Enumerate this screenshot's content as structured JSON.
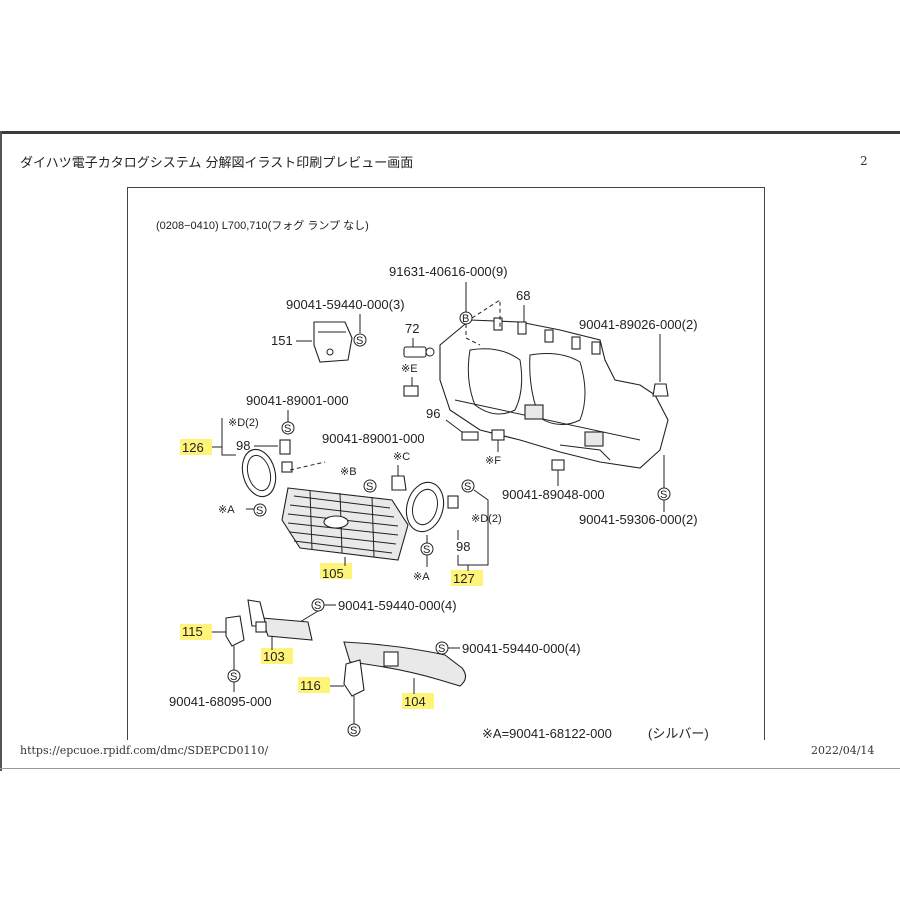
{
  "header": {
    "title": "ダイハツ電子カタログシステム 分解図イラスト印刷プレビュー画面",
    "page_number": "2"
  },
  "diagram": {
    "subtitle": "(0208−0410) L700,710(フォグ ランプ なし)",
    "symbol_s": "S",
    "symbol_b": "B",
    "labels": {
      "p91631": "91631-40616-000(9)",
      "p68": "68",
      "p90041_59440_3": "90041-59440-000(3)",
      "p151": "151",
      "p72": "72",
      "pE": "※E",
      "p90041_89026": "90041-89026-000(2)",
      "p96": "96",
      "pF": "※F",
      "p90041_89048": "90041-89048-000",
      "p90041_59306": "90041-59306-000(2)",
      "p90041_89001_a": "90041-89001-000",
      "pD2_a": "※D(2)",
      "p98_a": "98",
      "p126": "126",
      "p90041_89001_b": "90041-89001-000",
      "pC": "※C",
      "pB": "※B",
      "pA_a": "※A",
      "p105": "105",
      "pD2_b": "※D(2)",
      "p98_b": "98",
      "pA_b": "※A",
      "p127": "127",
      "p90041_59440_4a": "90041-59440-000(4)",
      "p115": "115",
      "p103": "103",
      "p90041_68095": "90041-68095-000",
      "p90041_59440_4b": "90041-59440-000(4)",
      "p116": "116",
      "p104": "104",
      "note_a": "※A=90041-68122-000",
      "note_silver": "(シルバー)"
    }
  },
  "footer": {
    "url": "https://epcuoe.rpidf.com/dmc/SDEPCD0110/",
    "date": "2022/04/14"
  },
  "colors": {
    "highlight": "#fff04d",
    "line": "#222222"
  }
}
